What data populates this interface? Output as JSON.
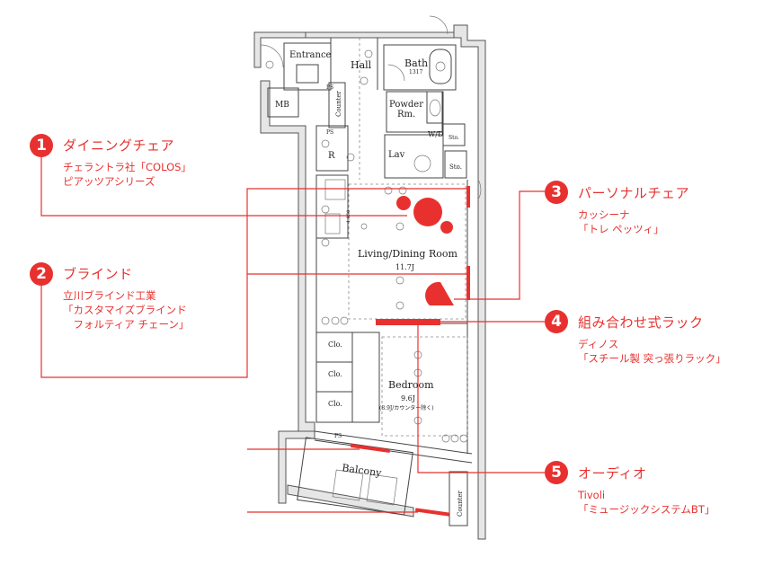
{
  "rooms": {
    "entrance": "Entrance",
    "hall": "Hall",
    "bath": "Bath",
    "bath_size": "1317",
    "mb": "MB",
    "ps1": "PS",
    "ps2": "PS",
    "ps3": "PS",
    "counter1": "Counter",
    "counter2": "Counter",
    "powder": "Powder",
    "powder2": "Rm.",
    "wd": "W/D",
    "sto1": "Sto.",
    "sto2": "Sto.",
    "lav": "Lav",
    "r": "R",
    "living": "Living/Dining Room",
    "living_size": "11.7J",
    "clo1": "Clo.",
    "clo2": "Clo.",
    "clo3": "Clo.",
    "bedroom": "Bedroom",
    "bedroom_size": "9.6J",
    "bedroom_note": "(8.9J/カウンター除く)",
    "balcony": "Balcony",
    "dim": "1,850"
  },
  "callouts": [
    {
      "number": "1",
      "title": "ダイニングチェア",
      "lines": [
        "チェラントラ社「COLOS」",
        "ピアッツアシリーズ"
      ]
    },
    {
      "number": "2",
      "title": "ブラインド",
      "lines": [
        "立川ブラインド工業",
        "「カスタマイズブラインド",
        "　フォルティア チェーン」"
      ]
    },
    {
      "number": "3",
      "title": "パーソナルチェア",
      "lines": [
        "カッシーナ",
        "「トレ ペッツィ」"
      ]
    },
    {
      "number": "4",
      "title": "組み合わせ式ラック",
      "lines": [
        "ディノス",
        "「スチール製 突っ張りラック」"
      ]
    },
    {
      "number": "5",
      "title": "オーディオ",
      "lines": [
        "Tivoli",
        "「ミュージックシステムBT」"
      ]
    }
  ],
  "colors": {
    "accent": "#e8312f",
    "line": "#444444"
  }
}
